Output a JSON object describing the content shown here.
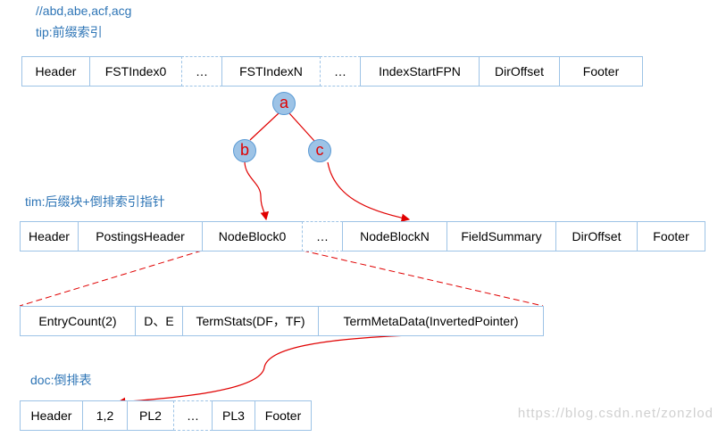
{
  "notes": {
    "terms": "//abd,abe,acf,acg",
    "tip": "tip:前缀索引",
    "tim": "tim:后缀块+倒排索引指针",
    "doc": "doc:倒排表"
  },
  "tip_row": [
    "Header",
    "FSTIndex0",
    "…",
    "FSTIndexN",
    "…",
    "IndexStartFPN",
    "DirOffset",
    "Footer"
  ],
  "tree": {
    "root": "a",
    "left": "b",
    "right": "c"
  },
  "tim_row": [
    "Header",
    "PostingsHeader",
    "NodeBlock0",
    "…",
    "NodeBlockN",
    "FieldSummary",
    "DirOffset",
    "Footer"
  ],
  "block_row": [
    "EntryCount(2)",
    "D、E",
    "TermStats(DF，TF)",
    "TermMetaData(InvertedPointer)"
  ],
  "doc_row": [
    "Header",
    "1,2",
    "PL2",
    "…",
    "PL3",
    "Footer"
  ],
  "watermark": "https://blog.csdn.net/zonzlod",
  "colors": {
    "border": "#9dc3e6",
    "note_text": "#2e75b6",
    "node_fill": "#9dc3e6",
    "arrow": "#e00000"
  }
}
